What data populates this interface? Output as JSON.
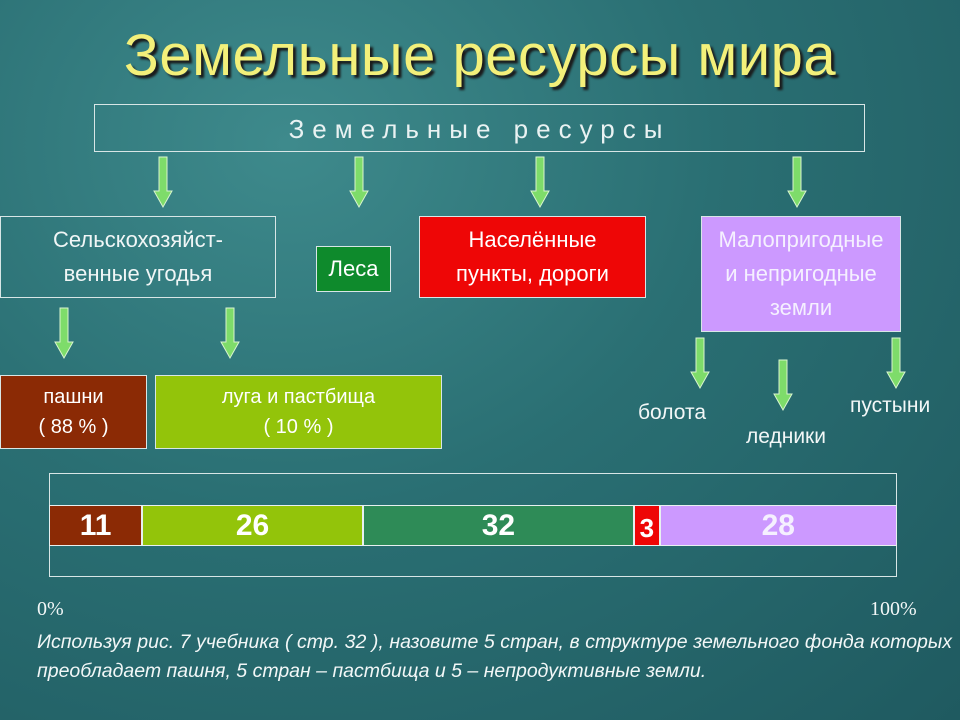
{
  "title": "Земельные ресурсы мира",
  "root": "Земельные   ресурсы",
  "categories": {
    "agri": [
      "Сельскохозяйст-",
      "венные угодья"
    ],
    "forest": "Леса",
    "settle": [
      "Населённые",
      "пункты,  дороги"
    ],
    "waste": [
      "Малопригодные",
      "и непригодные",
      "земли"
    ]
  },
  "subs": {
    "arable": {
      "label": "пашни",
      "pct": "( 88 % )"
    },
    "meadow": {
      "label": "луга  и  пастбища",
      "pct": "( 10 % )"
    },
    "swamps": "болота",
    "glaciers": "ледники",
    "deserts": "пустыни"
  },
  "colors": {
    "arable": "#8b2a05",
    "meadow": "#93c40a",
    "forest": "#2e8b57",
    "settle": "#ee0606",
    "waste": "#cc99ff"
  },
  "chart_data": {
    "type": "bar",
    "orientation": "horizontal-stacked",
    "values": [
      11,
      26,
      32,
      3,
      28
    ],
    "value_labels": [
      "11",
      "26",
      "32",
      "3",
      "28"
    ],
    "xlim": [
      0,
      100
    ],
    "tick_labels": [
      "0%",
      "100%"
    ]
  },
  "note": "Используя  рис.  7  учебника  ( стр.  32 ),  назовите      5  стран,  в  структуре  земельного фонда  которых  преобладает  пашня,  5  стран – пастбища  и  5 – непродуктивные  земли."
}
